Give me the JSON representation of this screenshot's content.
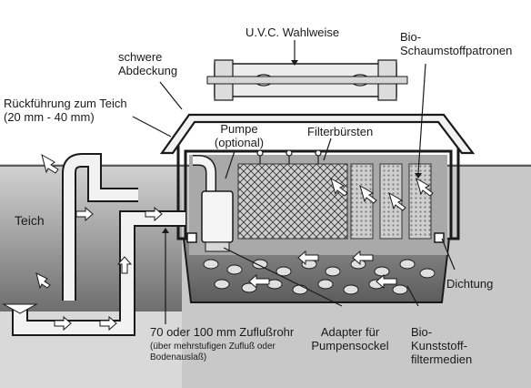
{
  "labels": {
    "uvc": "U.V.C. Wahlweise",
    "bio_foam_1": "Bio-",
    "bio_foam_2": "Schaumstoffpatronen",
    "cover_1": "schwere",
    "cover_2": "Abdeckung",
    "return_1": "Rückführung zum Teich",
    "return_2": "(20 mm - 40 mm)",
    "pump_1": "Pumpe",
    "pump_2": "(optional)",
    "brushes": "Filterbürsten",
    "pond": "Teich",
    "seal": "Dichtung",
    "inlet_main": "70 oder 100 mm Zuflußrohr",
    "inlet_sub_1": "(über mehrstufigen Zufluß oder",
    "inlet_sub_2": "Bodenauslaß)",
    "adapter_1": "Adapter für",
    "adapter_2": "Pumpensockel",
    "bio_media_1": "Bio-",
    "bio_media_2": "Kunststoff-",
    "bio_media_3": "filtermedien"
  },
  "colors": {
    "ground": "#c4c4c4",
    "water": "#9a9a9a",
    "outline": "#1a1a1a",
    "panel": "#e6e6e6"
  }
}
